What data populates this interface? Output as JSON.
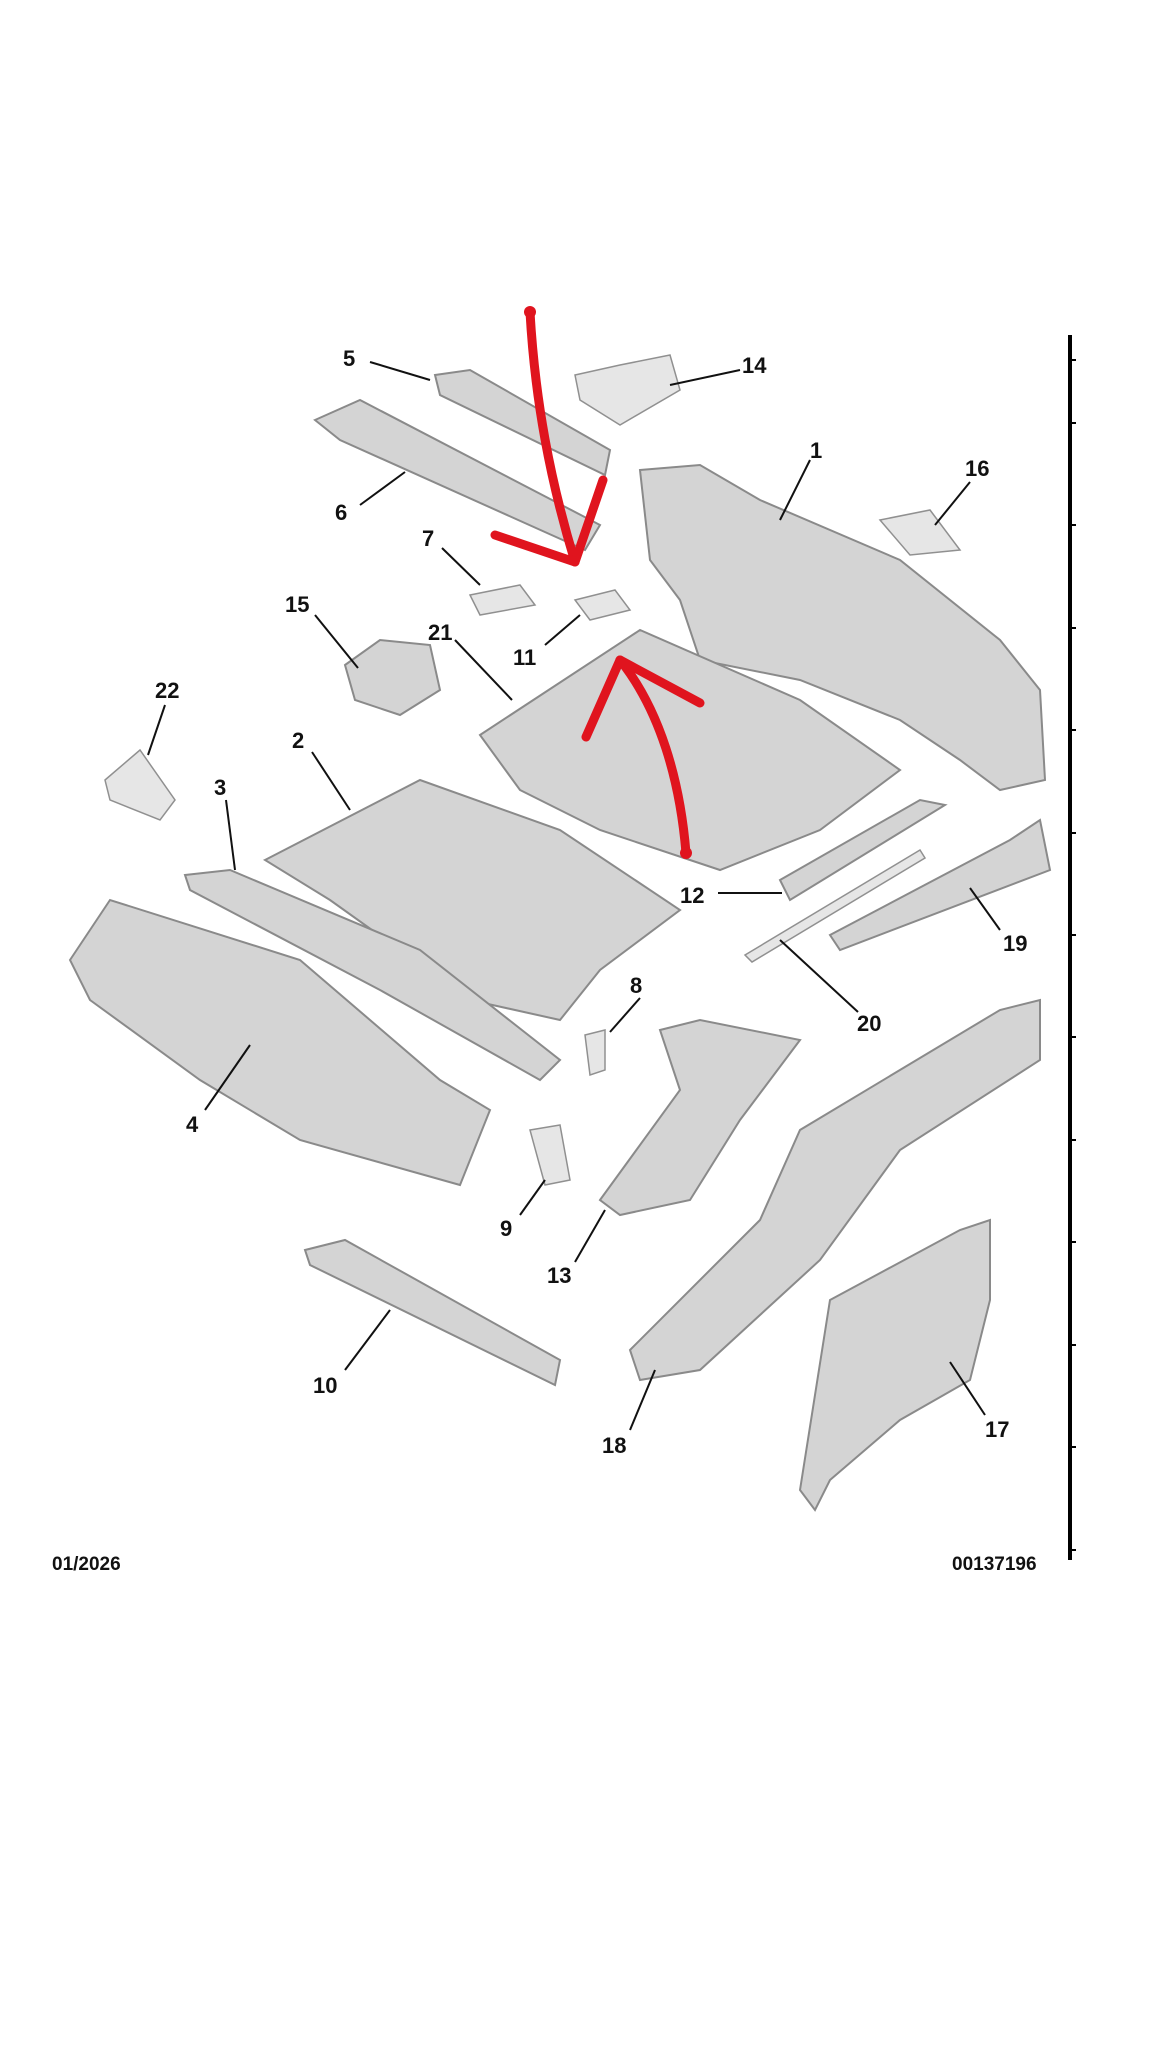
{
  "diagram": {
    "labels": [
      "1",
      "2",
      "3",
      "4",
      "5",
      "6",
      "7",
      "8",
      "9",
      "10",
      "11",
      "12",
      "13",
      "14",
      "15",
      "16",
      "17",
      "18",
      "19",
      "20",
      "21",
      "22"
    ],
    "footer_date": "01/2026",
    "footer_code": "00137196",
    "annotation_color": "#e0141e"
  }
}
